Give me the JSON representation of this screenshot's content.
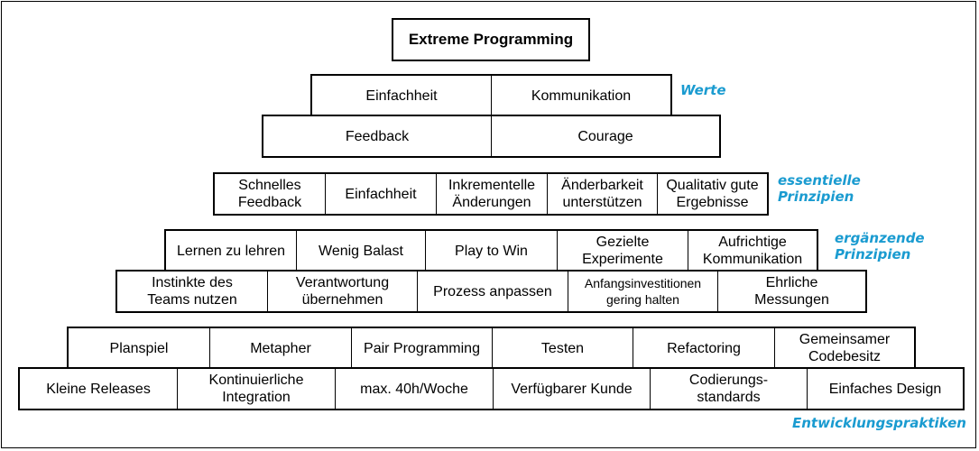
{
  "title": "Extreme Programming",
  "labels": {
    "werte": "Werte",
    "essentielle": "essentielle\nPrinzipien",
    "ergaenzende": "ergänzende\nPrinzipien",
    "entwicklung": "Entwicklungspraktiken"
  },
  "werte": {
    "row1": [
      "Einfachheit",
      "Kommunikation"
    ],
    "row2": [
      "Feedback",
      "Courage"
    ]
  },
  "essentielle_prinzipien": [
    "Schnelles\nFeedback",
    "Einfachheit",
    "Inkrementelle\nÄnderungen",
    "Änderbarkeit\nunterstützen",
    "Qualitativ gute\nErgebnisse"
  ],
  "ergaenzende_prinzipien": {
    "row1": [
      "Lernen zu lehren",
      "Wenig Balast",
      "Play to Win",
      "Gezielte\nExperimente",
      "Aufrichtige\nKommunikation"
    ],
    "row2": [
      "Instinkte des\nTeams nutzen",
      "Verantwortung\nübernehmen",
      "Prozess anpassen",
      "Anfangsinvestitionen\ngering halten",
      "Ehrliche\nMessungen"
    ]
  },
  "praktiken": {
    "row1": [
      "Planspiel",
      "Metapher",
      "Pair Programming",
      "Testen",
      "Refactoring",
      "Gemeinsamer\nCodebesitz"
    ],
    "row2": [
      "Kleine Releases",
      "Kontinuierliche\nIntegration",
      "max. 40h/Woche",
      "Verfügbarer Kunde",
      "Codierungs-\nstandards",
      "Einfaches Design"
    ]
  },
  "colors": {
    "accent": "#1a9bd0",
    "border": "#000000"
  }
}
